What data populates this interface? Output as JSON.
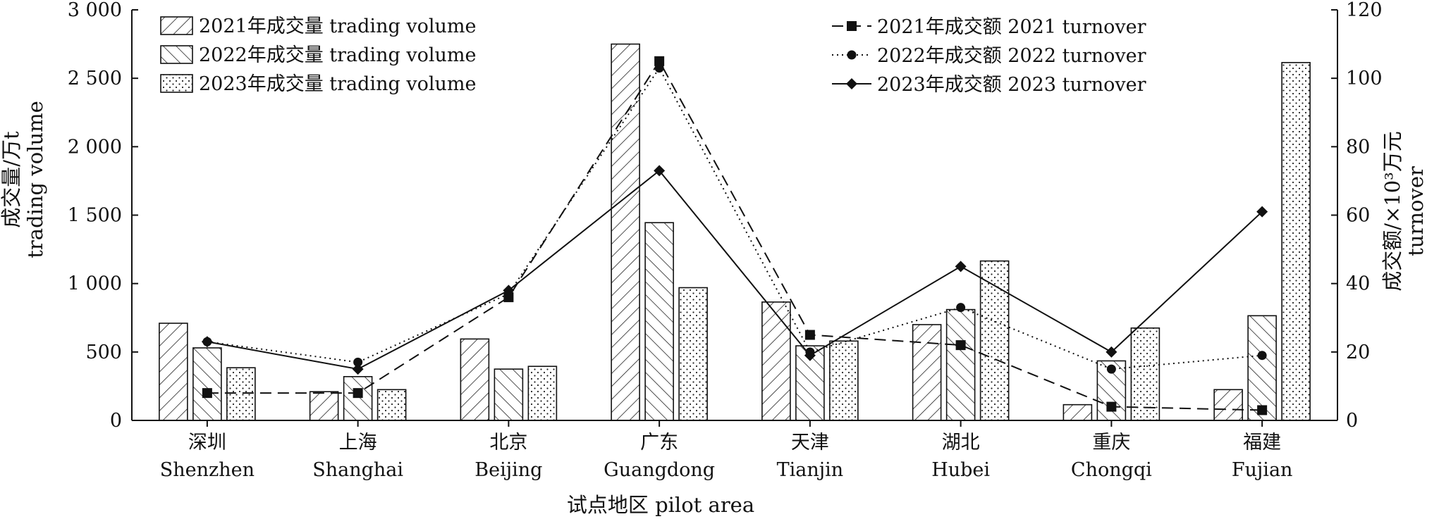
{
  "chart_data": {
    "type": "bar",
    "xlabel": "试点地区 pilot area",
    "ylabel_left": [
      "成交量/万t",
      "trading volume"
    ],
    "ylabel_right": [
      "成交额/×10³万元",
      "turnover"
    ],
    "ylim_left": [
      0,
      3000
    ],
    "yticks_left": [
      0,
      500,
      1000,
      1500,
      2000,
      2500,
      3000
    ],
    "ytick_labels_left": [
      "0",
      "500",
      "1 000",
      "1 500",
      "2 000",
      "2 500",
      "3 000"
    ],
    "ylim_right": [
      0,
      120
    ],
    "yticks_right": [
      0,
      20,
      40,
      60,
      80,
      100,
      120
    ],
    "ytick_labels_right": [
      "0",
      "20",
      "40",
      "60",
      "80",
      "100",
      "120"
    ],
    "categories": [
      {
        "zh": "深圳",
        "en": "Shenzhen"
      },
      {
        "zh": "上海",
        "en": "Shanghai"
      },
      {
        "zh": "北京",
        "en": "Beijing"
      },
      {
        "zh": "广东",
        "en": "Guangdong"
      },
      {
        "zh": "天津",
        "en": "Tianjin"
      },
      {
        "zh": "湖北",
        "en": "Hubei"
      },
      {
        "zh": "重庆",
        "en": "Chongqi"
      },
      {
        "zh": "福建",
        "en": "Fujian"
      }
    ],
    "bar_series": [
      {
        "name": "2021年成交量 trading volume",
        "pattern": "diagonal-forward",
        "values": [
          710,
          210,
          595,
          2750,
          865,
          700,
          115,
          225
        ]
      },
      {
        "name": "2022年成交量 trading volume",
        "pattern": "diagonal-backward",
        "values": [
          530,
          320,
          375,
          1445,
          545,
          810,
          435,
          765
        ]
      },
      {
        "name": "2023年成交量 trading volume",
        "pattern": "dots",
        "values": [
          385,
          225,
          395,
          970,
          580,
          1165,
          675,
          2615
        ]
      }
    ],
    "line_series": [
      {
        "name": "2021年成交额 2021 turnover",
        "marker": "square",
        "dash": "dashed",
        "values": [
          8,
          8,
          36,
          105,
          25,
          22,
          4,
          3
        ]
      },
      {
        "name": "2022年成交额 2022 turnover",
        "marker": "circle",
        "dash": "dotted",
        "values": [
          23,
          17,
          37,
          103,
          20,
          33,
          15,
          19
        ]
      },
      {
        "name": "2023年成交额 2023 turnover",
        "marker": "diamond",
        "dash": "solid",
        "values": [
          23,
          15,
          38,
          73,
          19,
          45,
          20,
          61
        ]
      }
    ],
    "legend_position": "top",
    "grid": false
  }
}
